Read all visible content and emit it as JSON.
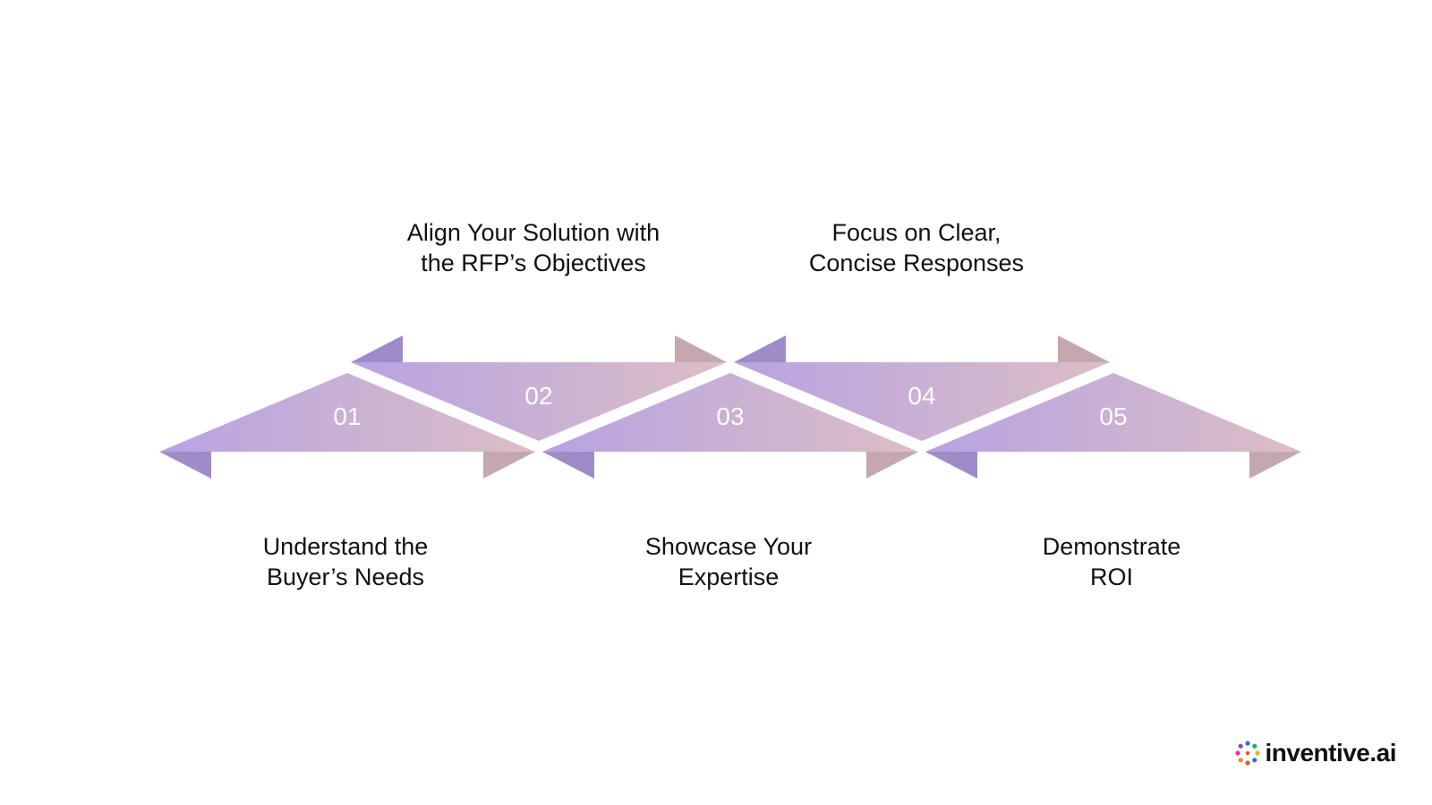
{
  "steps": [
    {
      "number": "01",
      "position": "bottom",
      "line1": "Understand the",
      "line2": "Buyer’s Needs"
    },
    {
      "number": "02",
      "position": "top",
      "line1": "Align Your Solution with",
      "line2": "the RFP’s Objectives"
    },
    {
      "number": "03",
      "position": "bottom",
      "line1": "Showcase Your",
      "line2": "Expertise"
    },
    {
      "number": "04",
      "position": "top",
      "line1": "Focus on Clear,",
      "line2": "Concise Responses"
    },
    {
      "number": "05",
      "position": "bottom",
      "line1": "Demonstrate",
      "line2": "ROI"
    }
  ],
  "colors": {
    "gradient_start": "#b7a3e2",
    "gradient_end": "#dcbec6",
    "tab_left": "#9f8bc8",
    "tab_right": "#c3a8b0",
    "number_text": "#ffffff",
    "label_text": "#111111"
  },
  "logo": {
    "text": "inventive.ai",
    "icon": "sparkle-dots-icon"
  }
}
